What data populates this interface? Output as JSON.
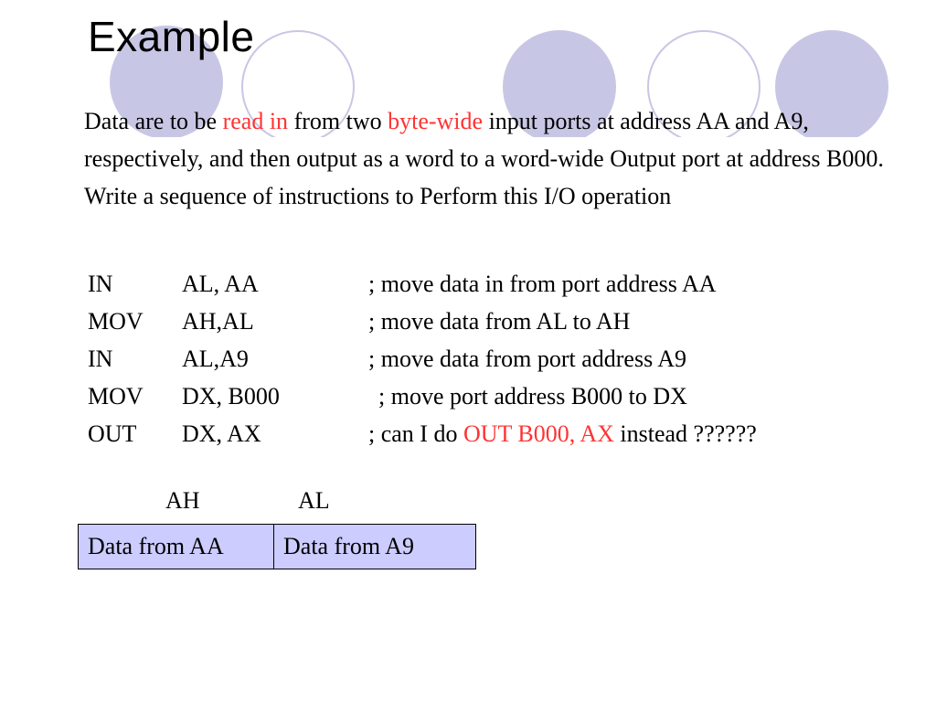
{
  "colors": {
    "circle_fill": "#c7c7e5",
    "circle_stroke": "#c7c7e5",
    "highlight": "#ff3333",
    "register_fill": "#ccccff"
  },
  "title": "Example",
  "paragraph": {
    "part1": "Data are to be ",
    "hl1": "read in",
    "part2": " from two ",
    "hl2": "byte-wide",
    "part3": " input ports at address AA and A9, respectively, and then output as a word to a word-wide Output port at address B000. Write a sequence of instructions to Perform this I/O operation"
  },
  "code": [
    {
      "op": "IN",
      "args": "AL, AA",
      "comment": "; move data in from port address AA"
    },
    {
      "op": "MOV",
      "args": "AH,AL",
      "comment": "; move data from AL to AH"
    },
    {
      "op": "IN",
      "args": "AL,A9",
      "comment": "; move data from port address A9"
    },
    {
      "op": "MOV",
      "args": "DX, B000",
      "comment": "; move port address B000 to DX"
    },
    {
      "op": "OUT",
      "args": "DX, AX",
      "comment_pre": "; can I do ",
      "comment_hl": "OUT B000, AX",
      "comment_post": " instead ??????"
    }
  ],
  "register": {
    "ah_label": "AH",
    "al_label": "AL",
    "ah_cell": "Data from AA",
    "al_cell": "Data from A9"
  }
}
